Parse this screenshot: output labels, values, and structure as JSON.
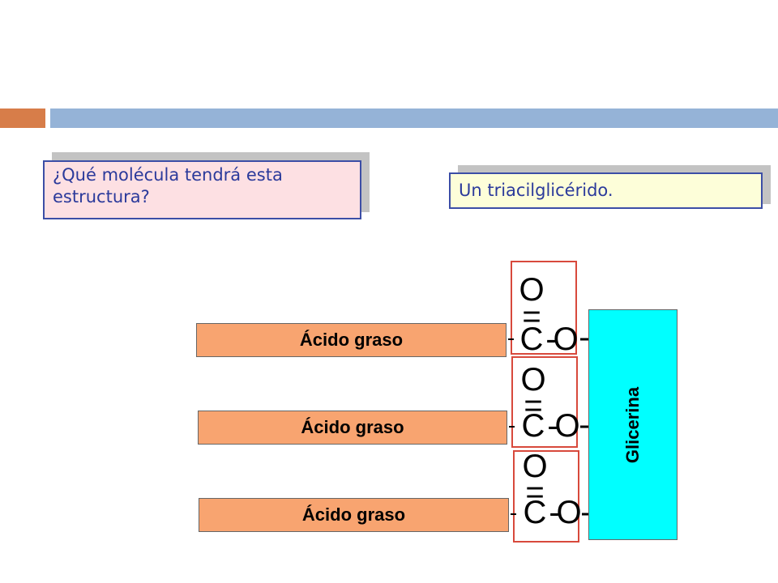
{
  "slide": {
    "question": "¿Qué molécula tendrá esta estructura?",
    "answer": "Un triacilglicérido."
  },
  "diagram": {
    "fatty_acids": [
      {
        "label": "Ácido graso"
      },
      {
        "label": "Ácido graso"
      },
      {
        "label": "Ácido graso"
      }
    ],
    "glycerol_label": "Glicerina",
    "ester_groups": [
      {
        "top": "O",
        "bond": "=",
        "carbon": "C",
        "link": "-",
        "oxygen": "O"
      },
      {
        "top": "O",
        "bond": "=",
        "carbon": "C",
        "link": "-",
        "oxygen": "O"
      },
      {
        "top": "O",
        "bond": "=",
        "carbon": "C",
        "link": "-",
        "oxygen": "O"
      }
    ]
  },
  "colors": {
    "accent_orange": "#d77d49",
    "accent_blue": "#95b3d7",
    "fatty_acid_fill": "#f8a470",
    "glycerol_fill": "#00ffff",
    "ester_border": "#d8493c"
  }
}
